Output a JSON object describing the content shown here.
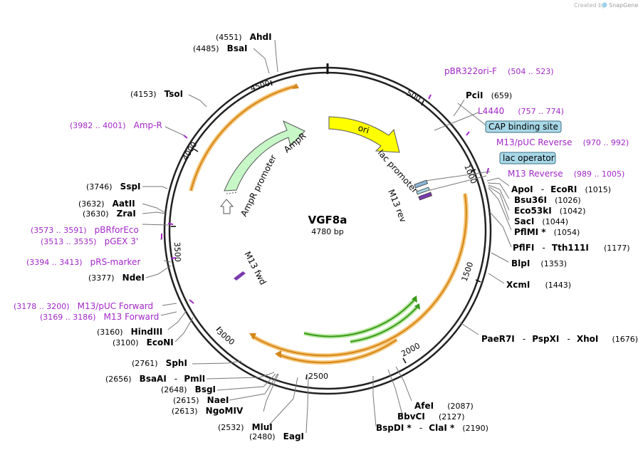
{
  "credit": {
    "prefix": "Created by",
    "brand": "SnapGene"
  },
  "plasmid": {
    "name": "VGF8a",
    "size_label": "4780 bp",
    "length": 4780
  },
  "colors": {
    "backbone": "#222222",
    "primer": "#a227c7",
    "amp_r_arc": "#f0a030",
    "lac_arc": "#3a9a1a",
    "ampr_feature": "#c7f7c7",
    "ori_feature": "#ffff00",
    "box_feature": "#a8d8e8"
  },
  "ticks": [
    "500",
    "1000",
    "1500",
    "2000",
    "2500",
    "3000",
    "3500",
    "4000",
    "4500"
  ],
  "features": {
    "ampr": "AmpR",
    "ampr_promoter": "AmpR promoter",
    "ori": "ori",
    "lac_promoter": "lac promoter",
    "m13_rev": "M13 rev",
    "m13_fwd": "M13 fwd",
    "cap_binding_site": "CAP binding site",
    "lac_operator": "lac operator"
  },
  "enzymes_right": [
    {
      "id": "pcii",
      "name": "PciI",
      "pos": "(659)"
    },
    {
      "id": "apoi",
      "name": "ApoI",
      "sep": "-",
      "name2": "EcoRI",
      "pos": "(1015)"
    },
    {
      "id": "bsu36i",
      "name": "Bsu36I",
      "pos": "(1026)"
    },
    {
      "id": "eco53ki",
      "name": "Eco53kI",
      "pos": "(1042)"
    },
    {
      "id": "saci",
      "name": "SacI",
      "pos": "(1044)"
    },
    {
      "id": "pflmi",
      "name": "PflMI *",
      "pos": "(1054)"
    },
    {
      "id": "pflfi",
      "name": "PflFI",
      "sep": "-",
      "name2": "Tth111I",
      "pos": "(1177)"
    },
    {
      "id": "blpi",
      "name": "BlpI",
      "pos": "(1353)"
    },
    {
      "id": "xcmi",
      "name": "XcmI",
      "pos": "(1443)"
    },
    {
      "id": "paer7i",
      "name": "PaeR7I",
      "sep": "-",
      "name2": "PspXI",
      "sep2": "-",
      "name3": "XhoI",
      "pos": "(1676)"
    },
    {
      "id": "afei",
      "name": "AfeI",
      "pos": "(2087)"
    },
    {
      "id": "bbvci",
      "name": "BbvCI",
      "pos": "(2127)"
    },
    {
      "id": "bspdi",
      "name": "BspDI *",
      "sep": "-",
      "name2": "ClaI *",
      "pos": "(2190)"
    }
  ],
  "enzymes_left": [
    {
      "id": "ahdi",
      "name": "AhdI",
      "pos": "(4551)"
    },
    {
      "id": "bsai",
      "name": "BsaI",
      "pos": "(4485)"
    },
    {
      "id": "tsoi",
      "name": "TsoI",
      "pos": "(4153)"
    },
    {
      "id": "sspi",
      "name": "SspI",
      "pos": "(3746)"
    },
    {
      "id": "aatii",
      "name": "AatII",
      "pos": "(3632)"
    },
    {
      "id": "zrai",
      "name": "ZraI",
      "pos": "(3630)"
    },
    {
      "id": "ndei",
      "name": "NdeI",
      "pos": "(3377)"
    },
    {
      "id": "hindiii",
      "name": "HindIII",
      "pos": "(3160)"
    },
    {
      "id": "econi",
      "name": "EcoNI",
      "pos": "(3100)"
    },
    {
      "id": "sphi",
      "name": "SphI",
      "pos": "(2761)"
    },
    {
      "id": "bsaai",
      "name": "BsaAI",
      "sep": "-",
      "name2": "PmlI",
      "pos": "(2656)"
    },
    {
      "id": "bsgi",
      "name": "BsgI",
      "pos": "(2648)"
    },
    {
      "id": "naei",
      "name": "NaeI",
      "pos": "(2615)"
    },
    {
      "id": "ngomiv",
      "name": "NgoMIV",
      "pos": "(2613)"
    },
    {
      "id": "mlui",
      "name": "MluI",
      "pos": "(2532)"
    },
    {
      "id": "eagi",
      "name": "EagI",
      "pos": "(2480)"
    }
  ],
  "primers": [
    {
      "id": "pbr322ori-f",
      "name": "pBR322ori-F",
      "pos": "(504 .. 523)"
    },
    {
      "id": "l4440",
      "name": "L4440",
      "pos": "(757 .. 774)"
    },
    {
      "id": "m13-puc-reverse",
      "name": "M13/pUC Reverse",
      "pos": "(970 .. 992)"
    },
    {
      "id": "m13-reverse",
      "name": "M13 Reverse",
      "pos": "(989 .. 1005)"
    },
    {
      "id": "amp-r",
      "name": "Amp-R",
      "pos": "(3982 .. 4001)"
    },
    {
      "id": "pbrforeco",
      "name": "pBRforEco",
      "pos": "(3573 .. 3591)"
    },
    {
      "id": "pgex-3",
      "name": "pGEX 3'",
      "pos": "(3513 .. 3535)"
    },
    {
      "id": "prs-marker",
      "name": "pRS-marker",
      "pos": "(3394 .. 3413)"
    },
    {
      "id": "m13-puc-forward",
      "name": "M13/pUC Forward",
      "pos": "(3178 .. 3200)"
    },
    {
      "id": "m13-forward",
      "name": "M13 Forward",
      "pos": "(3169 .. 3186)"
    }
  ]
}
